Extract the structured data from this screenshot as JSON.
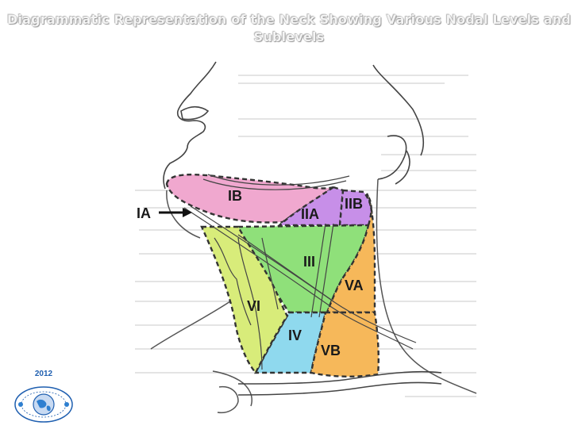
{
  "slide": {
    "title_line1": "Diagrammatic Representation of the Neck Showing Various Nodal Levels and",
    "title_line2": "Sublevels"
  },
  "diagram": {
    "labels": {
      "IA": "IA",
      "IB": "IB",
      "IIA": "IIA",
      "IIB": "IIB",
      "III": "III",
      "IV": "IV",
      "V_A": "VA",
      "V_B": "VB",
      "VI": "VI"
    },
    "colors": {
      "IB": "#f0a8cf",
      "IIA": "#c78fe8",
      "IIB": "#c78fe8",
      "III": "#8fe07a",
      "IV": "#8fd9ee",
      "VA": "#f6b85a",
      "VB": "#f6b85a",
      "VI": "#d8ec7a",
      "outline": "#333333"
    }
  },
  "logo": {
    "year": "2012",
    "icon": "globe-logo-icon"
  }
}
